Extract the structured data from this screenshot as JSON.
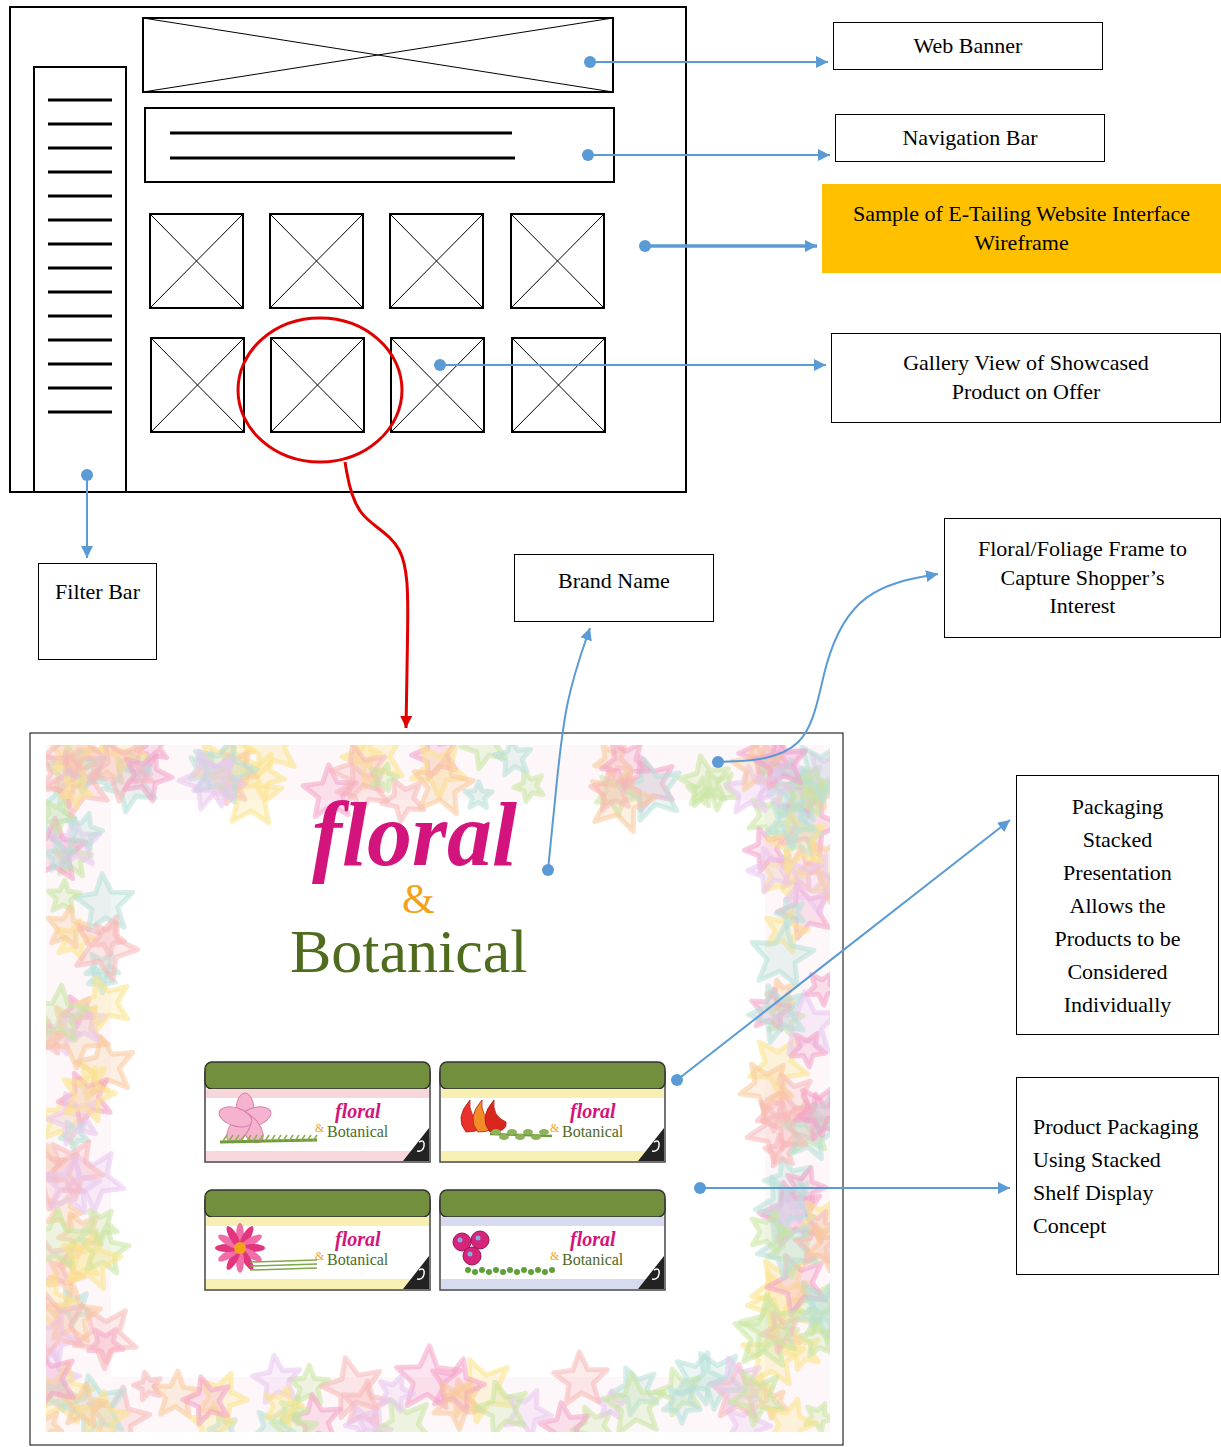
{
  "diagram": {
    "nodes": [
      {
        "text": [
          "Web Banner"
        ]
      },
      {
        "text": [
          "Navigation Bar"
        ]
      },
      {
        "text": [
          "Sample of E-Tailing Website Interface Wireframe"
        ]
      },
      {
        "text": [
          "Gallery View of Showcased Product on Offer"
        ]
      },
      {
        "text": [
          "Filter Bar"
        ]
      },
      {
        "text": [
          "Brand Name"
        ]
      },
      {
        "text": [
          "Floral/Foliage Frame to Capture Shopper’s Interest"
        ]
      },
      {
        "text": [
          "Packaging Stacked Presentation Allows the Products to be Considered Individually"
        ]
      },
      {
        "text": [
          "Product Packaging Using Stacked Shelf Display Concept"
        ]
      }
    ],
    "labels": [
      "floral",
      "&",
      "Botanical",
      "floral",
      "&",
      "Botanical",
      "floral",
      "&",
      "Botanical",
      "floral",
      "&",
      "Botanical",
      "floral",
      "&",
      "Botanical"
    ]
  }
}
